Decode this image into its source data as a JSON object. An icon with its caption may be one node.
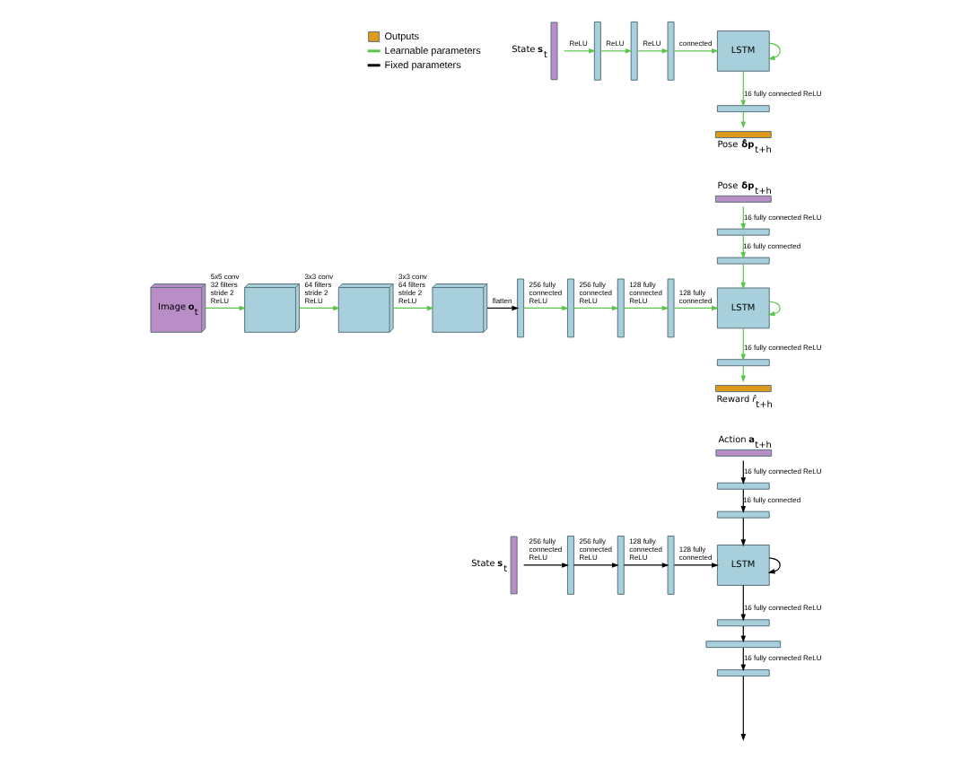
{
  "diagram": {
    "nodes": [
      {
        "text": [
          "State **s**$_{t}$"
        ]
      },
      {
        "text": [],
        "shape": "bar"
      },
      {
        "text": [],
        "shape": "bar"
      },
      {
        "text": [],
        "shape": "bar"
      },
      {
        "text": [
          "LSTM"
        ]
      },
      {
        "text": [],
        "shape": "bar"
      },
      {
        "text": [
          "Pose **δ̂p**$_{t+h}$"
        ]
      },
      {
        "text": [
          "Image **o**$_{t}$"
        ]
      },
      {
        "text": [],
        "shape": "cube"
      },
      {
        "text": [],
        "shape": "cube"
      },
      {
        "text": [],
        "shape": "cube"
      },
      {
        "text": [],
        "shape": "bar"
      },
      {
        "text": [],
        "shape": "bar"
      },
      {
        "text": [],
        "shape": "bar"
      },
      {
        "text": [],
        "shape": "bar"
      },
      {
        "text": [
          "Pose **δp**$_{t+h}$"
        ]
      },
      {
        "text": [],
        "shape": "bar"
      },
      {
        "text": [],
        "shape": "bar"
      },
      {
        "text": [
          "LSTM"
        ]
      },
      {
        "text": [],
        "shape": "bar"
      },
      {
        "text": [
          "Reward *r̂*$_{t+h}$"
        ]
      },
      {
        "text": [
          "State **s**$_{t}$"
        ]
      },
      {
        "text": [],
        "shape": "bar"
      },
      {
        "text": [],
        "shape": "bar"
      },
      {
        "text": [],
        "shape": "bar"
      },
      {
        "text": [
          "Action **a**$_{t+h}$"
        ]
      },
      {
        "text": [],
        "shape": "bar"
      },
      {
        "text": [],
        "shape": "bar"
      },
      {
        "text": [
          "LSTM"
        ]
      },
      {
        "text": [],
        "shape": "bar"
      },
      {
        "text": [],
        "shape": "bar"
      },
      {
        "text": [],
        "shape": "bar"
      }
    ],
    "edges": [
      {
        "from": 0,
        "to": 1,
        "arrow": "to",
        "label": "ReLU"
      },
      {
        "from": 1,
        "to": 2,
        "arrow": "to",
        "label": "ReLU"
      },
      {
        "from": 2,
        "to": 3,
        "arrow": "to",
        "label": "ReLU"
      },
      {
        "from": 3,
        "to": 4,
        "arrow": "to",
        "label": "connected"
      },
      {
        "from": 4,
        "to": 4,
        "arrow": "to"
      },
      {
        "from": 4,
        "to": 5,
        "arrow": "to",
        "label": "16 fully connected ReLU"
      },
      {
        "from": 5,
        "to": 6,
        "arrow": "to"
      },
      {
        "from": 7,
        "to": 8,
        "arrow": "to",
        "label": "5x5 conv 32 filters stride 2 ReLU"
      },
      {
        "from": 8,
        "to": 9,
        "arrow": "to",
        "label": "3x3 conv 64 filters stride 2 ReLU"
      },
      {
        "from": 9,
        "to": 10,
        "arrow": "to",
        "label": "3x3 conv 64 filters stride 2 ReLU"
      },
      {
        "from": 10,
        "to": 11,
        "arrow": "to",
        "label": "flatten",
        "color": "#000000"
      },
      {
        "from": 11,
        "to": 12,
        "arrow": "to",
        "label": "256 fully connected ReLU"
      },
      {
        "from": 12,
        "to": 13,
        "arrow": "to",
        "label": "256 fully connected ReLU"
      },
      {
        "from": 13,
        "to": 14,
        "arrow": "to",
        "label": "128 fully connected ReLU"
      },
      {
        "from": 14,
        "to": 18,
        "arrow": "to",
        "label": "128 fully connected"
      },
      {
        "from": 15,
        "to": 16,
        "arrow": "to",
        "label": "16 fully connected ReLU"
      },
      {
        "from": 16,
        "to": 17,
        "arrow": "to",
        "label": "16 fully connected"
      },
      {
        "from": 17,
        "to": 18,
        "arrow": "to"
      },
      {
        "from": 18,
        "to": 18,
        "arrow": "to"
      },
      {
        "from": 18,
        "to": 19,
        "arrow": "to",
        "label": "16 fully connected ReLU"
      },
      {
        "from": 19,
        "to": 20,
        "arrow": "to"
      },
      {
        "from": 21,
        "to": 22,
        "arrow": "to",
        "label": "256 fully connected ReLU",
        "color": "#000000"
      },
      {
        "from": 22,
        "to": 23,
        "arrow": "to",
        "label": "256 fully connected ReLU",
        "color": "#000000"
      },
      {
        "from": 23,
        "to": 24,
        "arrow": "to",
        "label": "128 fully connected ReLU",
        "color": "#000000"
      },
      {
        "from": 24,
        "to": 28,
        "arrow": "to",
        "label": "128 fully connected",
        "color": "#000000"
      },
      {
        "from": 25,
        "to": 26,
        "arrow": "to",
        "label": "16 fully connected ReLU",
        "color": "#000000"
      },
      {
        "from": 26,
        "to": 27,
        "arrow": "to",
        "label": "16 fully connected",
        "color": "#000000"
      },
      {
        "from": 27,
        "to": 28,
        "arrow": "to",
        "color": "#000000"
      },
      {
        "from": 28,
        "to": 28,
        "arrow": "to",
        "color": "#000000"
      },
      {
        "from": 28,
        "to": 29,
        "arrow": "to",
        "label": "16 fully connected ReLU",
        "color": "#000000"
      },
      {
        "from": 29,
        "to": 30,
        "arrow": "to",
        "color": "#000000"
      },
      {
        "from": 30,
        "to": 31,
        "arrow": "to",
        "label": "16 fully connected ReLU",
        "color": "#000000"
      },
      {
        "from": 31,
        "to": null,
        "arrow": "to",
        "color": "#000000"
      }
    ],
    "legend": [
      {
        "text": "Outputs",
        "color": "#e09a1a"
      },
      {
        "text": "Learnable parameters"
      },
      {
        "text": "Fixed parameters"
      }
    ]
  }
}
